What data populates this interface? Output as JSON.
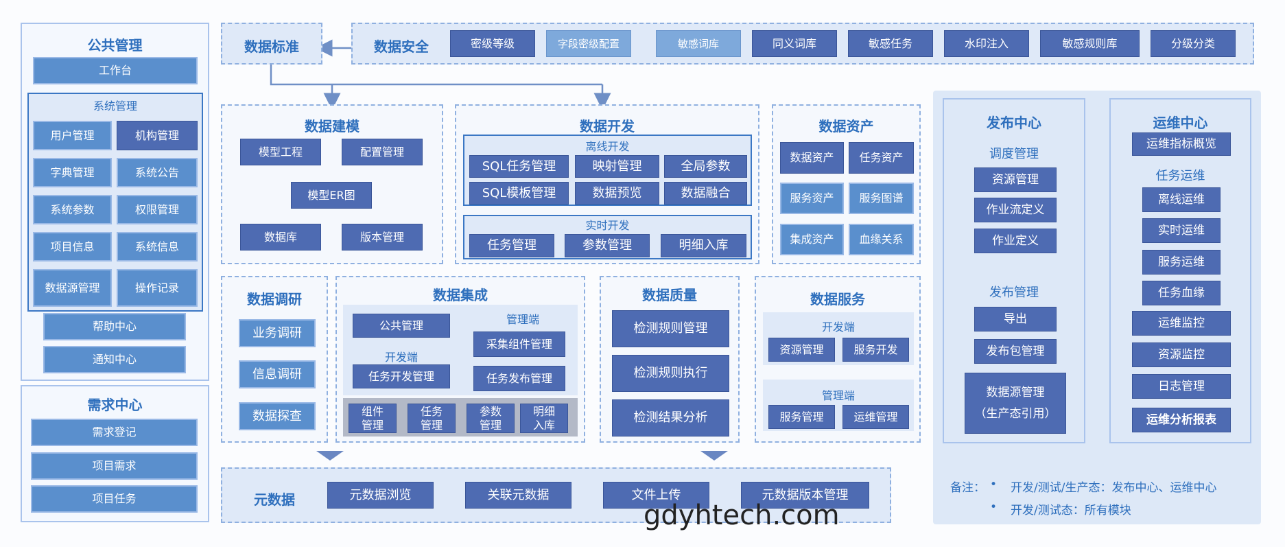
{
  "public_mgmt": {
    "title": "公共管理",
    "workbench": "工作台",
    "sys_mgmt": {
      "title": "系统管理",
      "items": [
        "用户管理",
        "机构管理",
        "字典管理",
        "系统公告",
        "系统参数",
        "权限管理",
        "项目信息",
        "系统信息",
        "数据源管理",
        "操作记录"
      ]
    },
    "help": "帮助中心",
    "notify": "通知中心"
  },
  "req_center": {
    "title": "需求中心",
    "items": [
      "需求登记",
      "项目需求",
      "项目任务"
    ]
  },
  "data_std": {
    "title": "数据标准"
  },
  "data_security": {
    "title": "数据安全",
    "items": [
      "密级等级",
      "字段密级配置",
      "敏感词库",
      "同义词库",
      "敏感任务",
      "水印注入",
      "敏感规则库",
      "分级分类"
    ]
  },
  "data_modeling": {
    "title": "数据建模",
    "items": [
      "模型工程",
      "配置管理",
      "模型ER图",
      "数据库",
      "版本管理"
    ]
  },
  "data_dev": {
    "title": "数据开发",
    "offline": {
      "title": "离线开发",
      "items": [
        "SQL任务管理",
        "映射管理",
        "全局参数",
        "SQL模板管理",
        "数据预览",
        "数据融合"
      ]
    },
    "realtime": {
      "title": "实时开发",
      "items": [
        "任务管理",
        "参数管理",
        "明细入库"
      ]
    }
  },
  "data_assets": {
    "title": "数据资产",
    "items": [
      "数据资产",
      "任务资产",
      "服务资产",
      "服务图谱",
      "集成资产",
      "血缘关系"
    ]
  },
  "research": {
    "title": "数据调研",
    "items": [
      "业务调研",
      "信息调研",
      "数据探查"
    ]
  },
  "integration": {
    "title": "数据集成",
    "public": "公共管理",
    "mgmt_label": "管理端",
    "dev_label": "开发端",
    "collect": "采集组件管理",
    "dev_task": "任务开发管理",
    "publish": "任务发布管理",
    "bottom": [
      "组件\n管理",
      "任务\n管理",
      "参数\n管理",
      "明细\n入库"
    ]
  },
  "quality": {
    "title": "数据质量",
    "items": [
      "检测规则管理",
      "检测规则执行",
      "检测结果分析"
    ]
  },
  "service": {
    "title": "数据服务",
    "dev_label": "开发端",
    "dev_items": [
      "资源管理",
      "服务开发"
    ],
    "mgmt_label": "管理端",
    "mgmt_items": [
      "服务管理",
      "运维管理"
    ]
  },
  "metadata": {
    "title": "元数据",
    "items": [
      "元数据浏览",
      "关联元数据",
      "文件上传",
      "元数据版本管理"
    ]
  },
  "publish_center": {
    "title": "发布中心",
    "sched_title": "调度管理",
    "sched_items": [
      "资源管理",
      "作业流定义",
      "作业定义"
    ],
    "pub_title": "发布管理",
    "pub_items": [
      "导出",
      "发布包管理"
    ],
    "ds_line1": "数据源管理",
    "ds_line2": "（生产态引用）"
  },
  "ops_center": {
    "title": "运维中心",
    "overview": "运维指标概览",
    "task_ops_title": "任务运维",
    "task_ops_items": [
      "离线运维",
      "实时运维",
      "服务运维",
      "任务血缘"
    ],
    "other_items": [
      "运维监控",
      "资源监控",
      "日志管理"
    ],
    "report": "运维分析报表"
  },
  "notes": {
    "label": "备注：",
    "bullet": "•",
    "line1": "开发/测试/生产态：发布中心、运维中心",
    "line2": "开发/测试态：所有模块"
  },
  "watermark": "gdyhtech.com",
  "colors": {
    "dark_box": "#4e6bb2",
    "mid_box": "#5a8fcd",
    "title": "#2e6fbd",
    "border": "#8fb0e0"
  }
}
